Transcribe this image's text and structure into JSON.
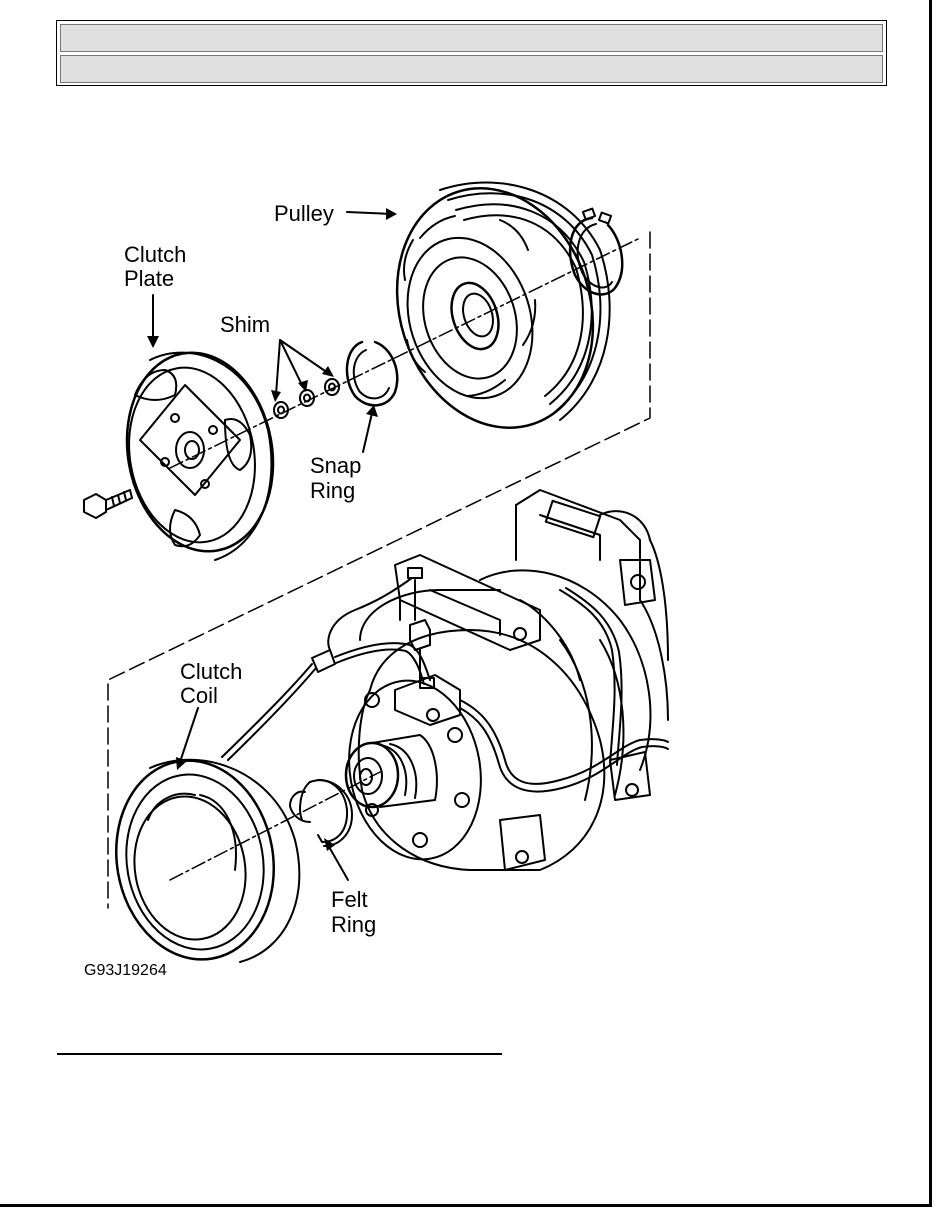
{
  "labels": {
    "pulley": "Pulley",
    "clutch_plate_1": "Clutch",
    "clutch_plate_2": "Plate",
    "shim": "Shim",
    "snap_ring_1": "Snap",
    "snap_ring_2": "Ring",
    "clutch_coil_1": "Clutch",
    "clutch_coil_2": "Coil",
    "felt_ring_1": "Felt",
    "felt_ring_2": "Ring"
  },
  "figure_code": "G93J19264"
}
